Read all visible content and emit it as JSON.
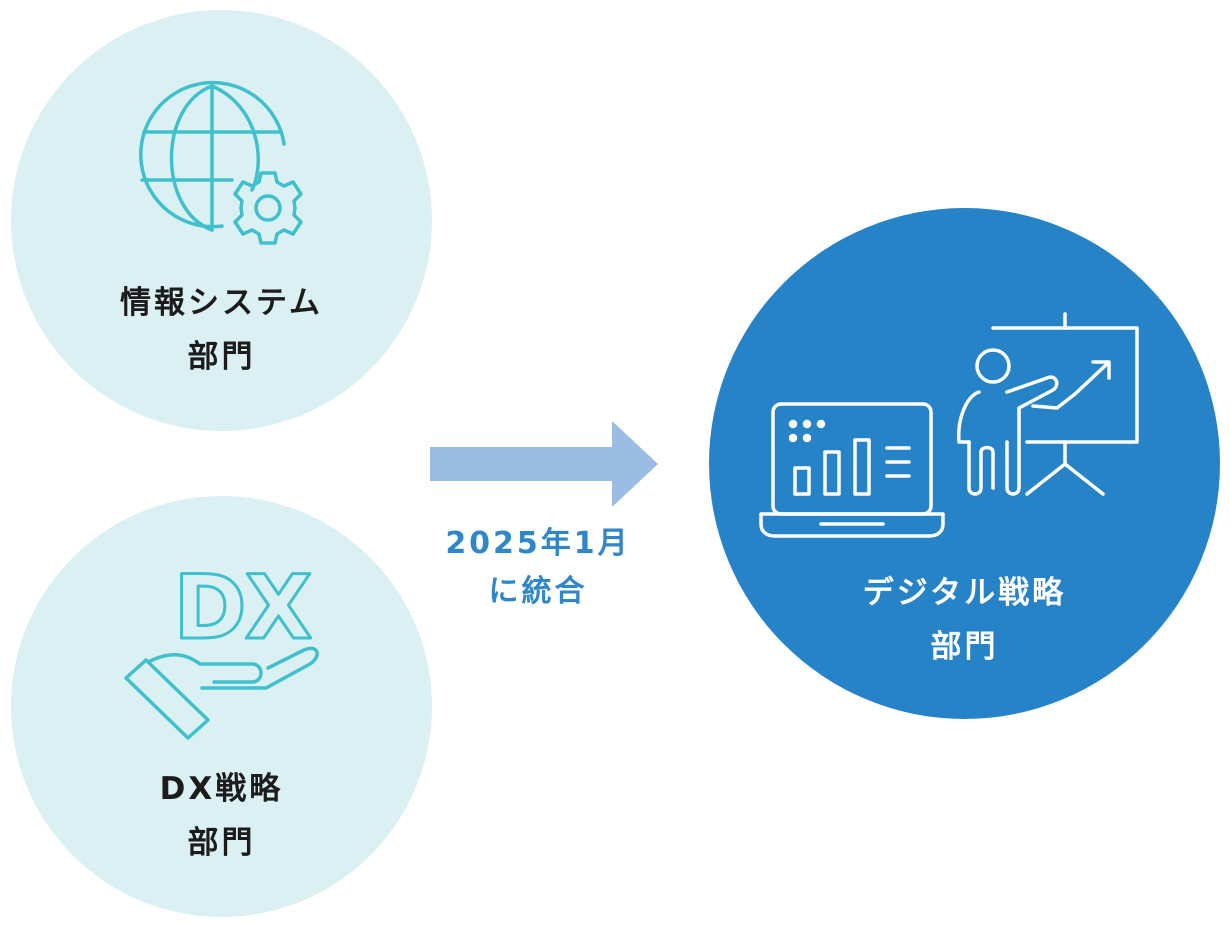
{
  "nodes": {
    "info_system": {
      "line1": "情報システム",
      "line2": "部門",
      "icon": "globe-gear-icon"
    },
    "dx_strategy": {
      "line1": "DX戦略",
      "line2": "部門",
      "icon": "dx-hand-icon",
      "icon_text": "DX"
    },
    "digital_strategy": {
      "line1": "デジタル戦略",
      "line2": "部門",
      "icon": "laptop-presenter-icon"
    }
  },
  "connector": {
    "line1": "2025年1月",
    "line2": "に統合",
    "icon": "arrow-right-icon"
  },
  "colors": {
    "light_circle": "#dbf0f3",
    "dark_circle": "#2783c8",
    "teal_icon": "#3fc0cc",
    "arrow": "#9bbde3",
    "connector_text": "#2f86c9",
    "label_dark": "#1c1c1c",
    "label_light": "#ffffff"
  }
}
